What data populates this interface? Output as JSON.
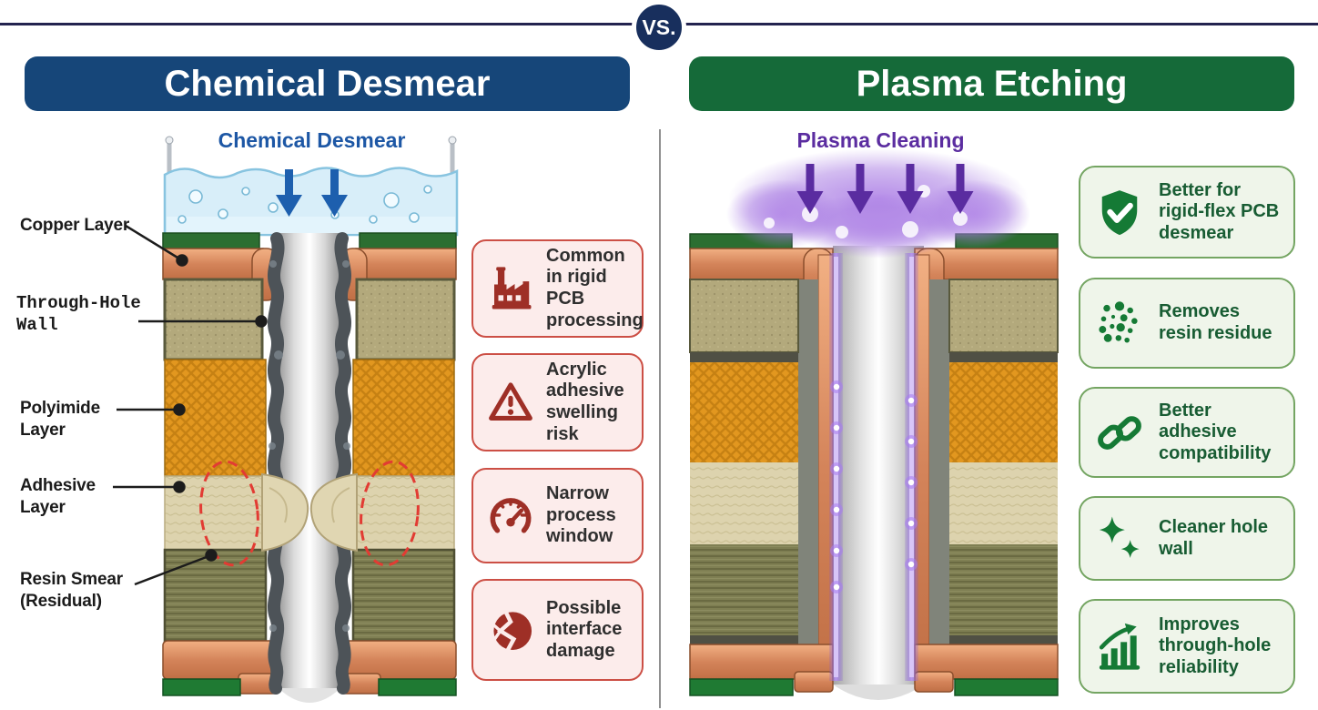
{
  "vs_badge": "VS.",
  "left_panel": {
    "title": "Chemical Desmear",
    "diagram_title": "Chemical Desmear",
    "layer_labels": [
      "Copper Layer",
      "Through-Hole Wall",
      "Polyimide Layer",
      "Adhesive Layer",
      "Resin Smear (Residual)"
    ],
    "points": [
      {
        "icon": "factory-icon",
        "text": "Common in rigid PCB processing"
      },
      {
        "icon": "warning-icon",
        "text": "Acrylic adhesive swelling risk"
      },
      {
        "icon": "gauge-icon",
        "text": "Narrow process window"
      },
      {
        "icon": "interface-damage-icon",
        "text": "Possible interface damage"
      }
    ]
  },
  "right_panel": {
    "title": "Plasma Etching",
    "diagram_title": "Plasma Cleaning",
    "points": [
      {
        "icon": "shield-check-icon",
        "text": "Better for rigid-flex PCB desmear"
      },
      {
        "icon": "residue-dots-icon",
        "text": "Removes resin residue"
      },
      {
        "icon": "chain-link-icon",
        "text": "Better adhesive compatibility"
      },
      {
        "icon": "sparkles-icon",
        "text": "Cleaner hole wall"
      },
      {
        "icon": "bar-chart-growth-icon",
        "text": "Improves through-hole reliability"
      }
    ]
  },
  "colors": {
    "navy_banner": "#164679",
    "green_banner": "#156a39",
    "vs_circle": "#182f5d",
    "blue_diagram_label": "#1d57a5",
    "purple_diagram_label": "#5b2da0",
    "red_box_bg": "#fceceb",
    "red_box_border": "#cc4f45",
    "red_icon": "#9e2f26",
    "green_box_bg": "#eff5ea",
    "green_box_border": "#74a562",
    "green_text": "#185c33",
    "copper": "#d4845a",
    "liquid_blue": "#d8eef9",
    "plasma_purple": "#8b5cf6",
    "smear_gray": "#4d5358"
  }
}
